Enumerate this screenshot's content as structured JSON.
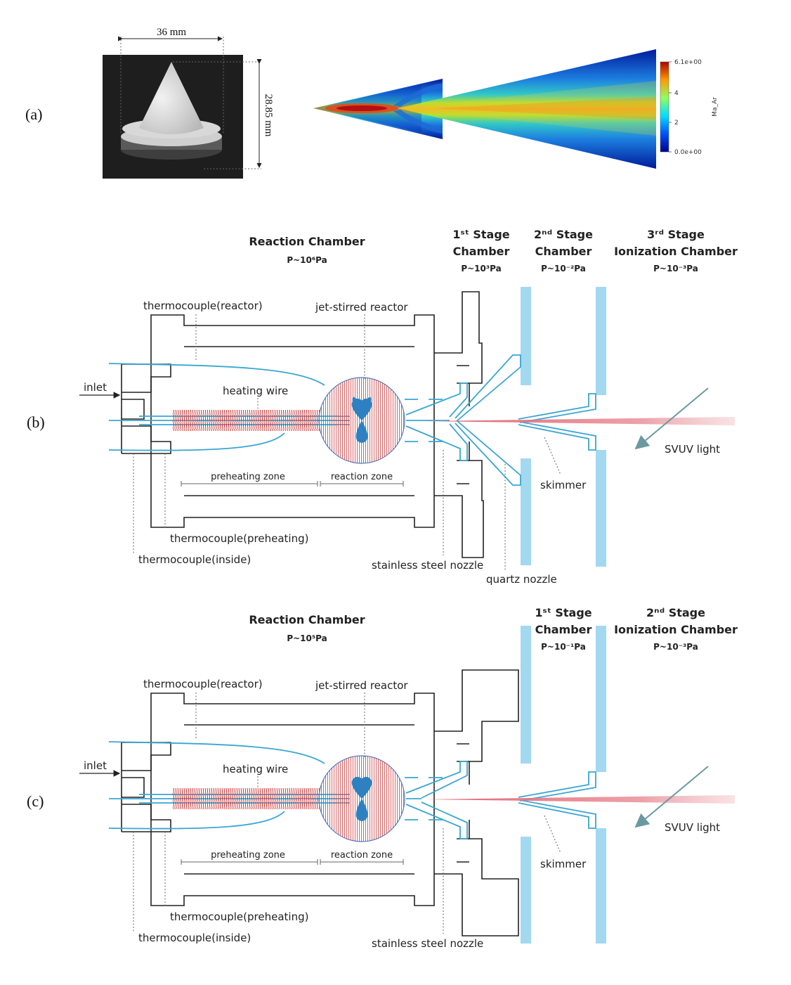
{
  "panel_a": {
    "label": "(a)",
    "width_dim": "36 mm",
    "height_dim": "28.85 mm",
    "colorbar": {
      "max": "6.1e+00",
      "mid_high": "4",
      "mid_low": "2",
      "min": "0.0e+00",
      "title": "Ma_Ar"
    }
  },
  "panel_b": {
    "label": "(b)",
    "headers": [
      {
        "line1": "Reaction Chamber",
        "pressure": "P~10⁶Pa"
      },
      {
        "line1": "1ˢᵗ Stage",
        "line2": "Chamber",
        "pressure": "P~10³Pa"
      },
      {
        "line1": "2ⁿᵈ Stage",
        "line2": "Chamber",
        "pressure": "P~10⁻²Pa"
      },
      {
        "line1": "3ʳᵈ Stage",
        "line2": "Ionization Chamber",
        "pressure": "P~10⁻³Pa"
      }
    ],
    "labels": {
      "tc_reactor": "thermocouple(reactor)",
      "jsr": "jet-stirred reactor",
      "inlet": "inlet",
      "heating_wire": "heating wire",
      "preheating_zone": "preheating zone",
      "reaction_zone": "reaction zone",
      "tc_preheating": "thermocouple(preheating)",
      "tc_inside": "thermocouple(inside)",
      "ss_nozzle": "stainless steel nozzle",
      "quartz_nozzle": "quartz nozzle",
      "skimmer": "skimmer",
      "svuv": "SVUV light"
    }
  },
  "panel_c": {
    "label": "(c)",
    "headers": [
      {
        "line1": "Reaction Chamber",
        "pressure": "P~10⁵Pa"
      },
      {
        "line1": "1ˢᵗ Stage",
        "line2": "Chamber",
        "pressure": "P~10⁻¹Pa"
      },
      {
        "line1": "2ⁿᵈ Stage",
        "line2": "Ionization Chamber",
        "pressure": "P~10⁻³Pa"
      }
    ],
    "labels": {
      "tc_reactor": "thermocouple(reactor)",
      "jsr": "jet-stirred reactor",
      "inlet": "inlet",
      "heating_wire": "heating wire",
      "preheating_zone": "preheating zone",
      "reaction_zone": "reaction zone",
      "tc_preheating": "thermocouple(preheating)",
      "tc_inside": "thermocouple(inside)",
      "ss_nozzle": "stainless steel nozzle",
      "skimmer": "skimmer",
      "svuv": "SVUV light"
    }
  },
  "colors": {
    "steel": "#222222",
    "quartz": "#3aa6d2",
    "plate": "#a3d8f1",
    "beam": "#e06070",
    "wire": "#d03030"
  }
}
